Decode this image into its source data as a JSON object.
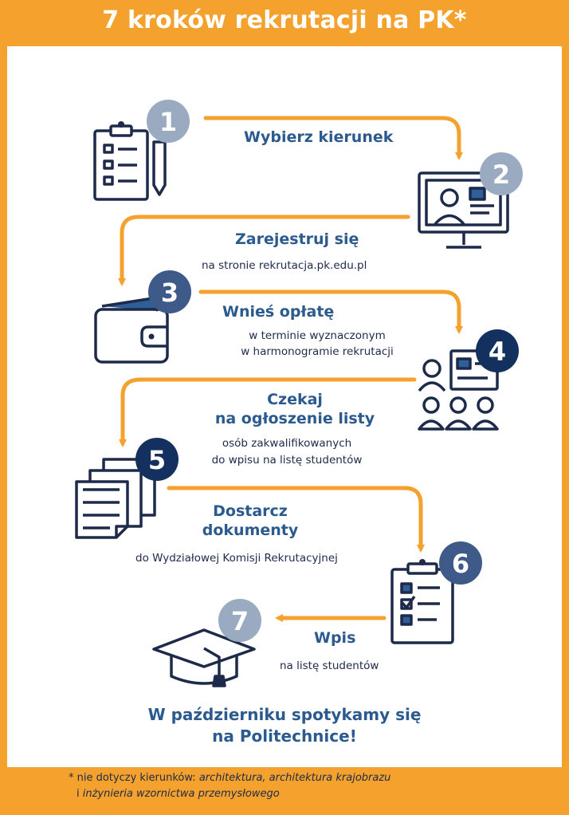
{
  "title": "7 kroków rekrutacji na PK*",
  "steps": [
    {
      "number": "1",
      "heading": "Wybierz kierunek",
      "detail": ""
    },
    {
      "number": "2",
      "heading": "Zarejestruj się",
      "detail": "na stronie rekrutacja.pk.edu.pl"
    },
    {
      "number": "3",
      "heading": "Wnieś opłatę",
      "detail_line1": "w terminie wyznaczonym",
      "detail_line2": "w harmonogramie rekrutacji"
    },
    {
      "number": "4",
      "heading_line1": "Czekaj",
      "heading_line2": "na ogłoszenie listy",
      "detail_line1": "osób zakwalifikowanych",
      "detail_line2": "do wpisu na listę studentów"
    },
    {
      "number": "5",
      "heading_line1": "Dostarcz",
      "heading_line2": "dokumenty",
      "detail": "do Wydziałowej Komisji Rekrutacyjnej"
    },
    {
      "number": "6"
    },
    {
      "number": "7",
      "heading": "Wpis",
      "detail": "na listę studentów"
    }
  ],
  "closing_line1": "W październiku spotykamy się",
  "closing_line2": "na Politechnice!",
  "footnote": {
    "star": "* nie dotyczy kierunków: ",
    "item1": "architektura, architektura krajobrazu",
    "conj": "i ",
    "item2": "inżynieria wzornictwa przemysłowego"
  },
  "colors": {
    "accent": "#f4a22d",
    "navy": "#1d2a4a",
    "blue": "#2b5a8e",
    "badge_gray": "#9aaac0",
    "badge_dark": "#3d5a88",
    "badge_navy": "#13305e"
  },
  "icons": [
    "clipboard-icon",
    "computer-user-icon",
    "wallet-icon",
    "audience-icon",
    "documents-icon",
    "checklist-icon",
    "graduation-cap-icon"
  ]
}
